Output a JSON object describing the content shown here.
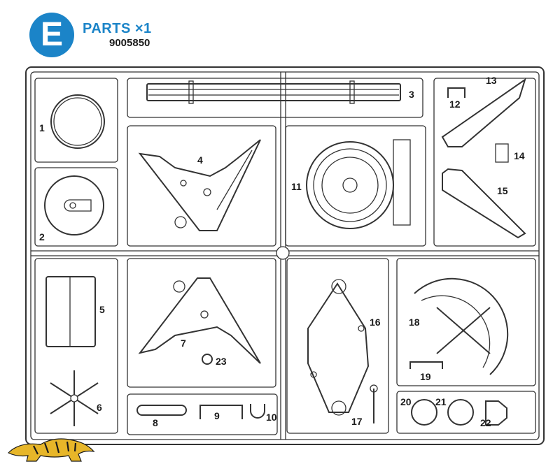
{
  "header": {
    "letter": "E",
    "parts_label": "PARTS",
    "multiplier": "×1",
    "code": "9005850"
  },
  "part_labels": [
    "1",
    "2",
    "3",
    "4",
    "5",
    "6",
    "7",
    "8",
    "9",
    "10",
    "11",
    "12",
    "13",
    "14",
    "15",
    "16",
    "17",
    "18",
    "19",
    "20",
    "21",
    "22",
    "23"
  ],
  "colors": {
    "badge": "#1b84c8",
    "line": "#333333",
    "logo_body": "#e7b629",
    "logo_stripe": "#1a1a1a"
  },
  "logo": {
    "icon": "tiger-logo-icon"
  }
}
